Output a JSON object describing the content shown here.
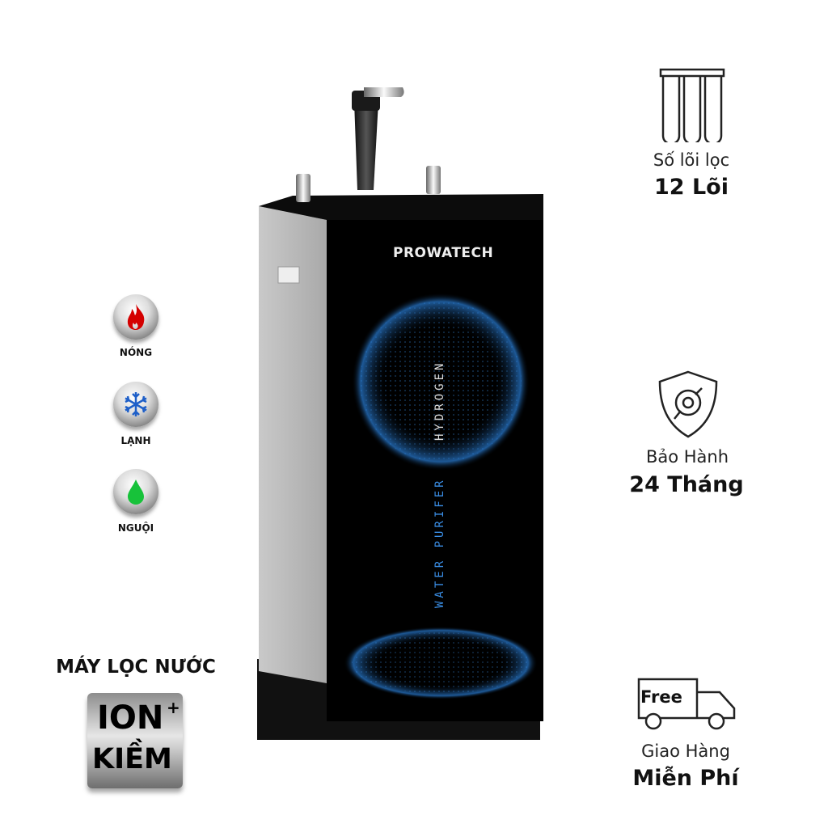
{
  "product": {
    "brand": "PROWATECH",
    "vertical_text_top": "HYDROGEN",
    "vertical_text_bottom": "WATER PURIFER"
  },
  "modes": [
    {
      "label": "NÓNG",
      "icon": "flame-icon",
      "color": "#d40000"
    },
    {
      "label": "LẠNH",
      "icon": "snowflake-icon",
      "color": "#1e5fc8"
    },
    {
      "label": "NGUỘI",
      "icon": "water-drop-icon",
      "color": "#17c23a"
    }
  ],
  "badge": {
    "heading": "MÁY LỌC NƯỚC",
    "line1": "ION",
    "plus": "+",
    "line2": "KIỀM"
  },
  "features": [
    {
      "icon": "filter-cartridges-icon",
      "label": "Số lõi lọc",
      "value": "12 Lõi"
    },
    {
      "icon": "warranty-shield-icon",
      "label": "Bảo Hành",
      "value": "24 Tháng"
    },
    {
      "icon": "delivery-truck-icon",
      "truck_text": "Free",
      "label": "Giao Hàng",
      "value": "Miễn Phí"
    }
  ]
}
